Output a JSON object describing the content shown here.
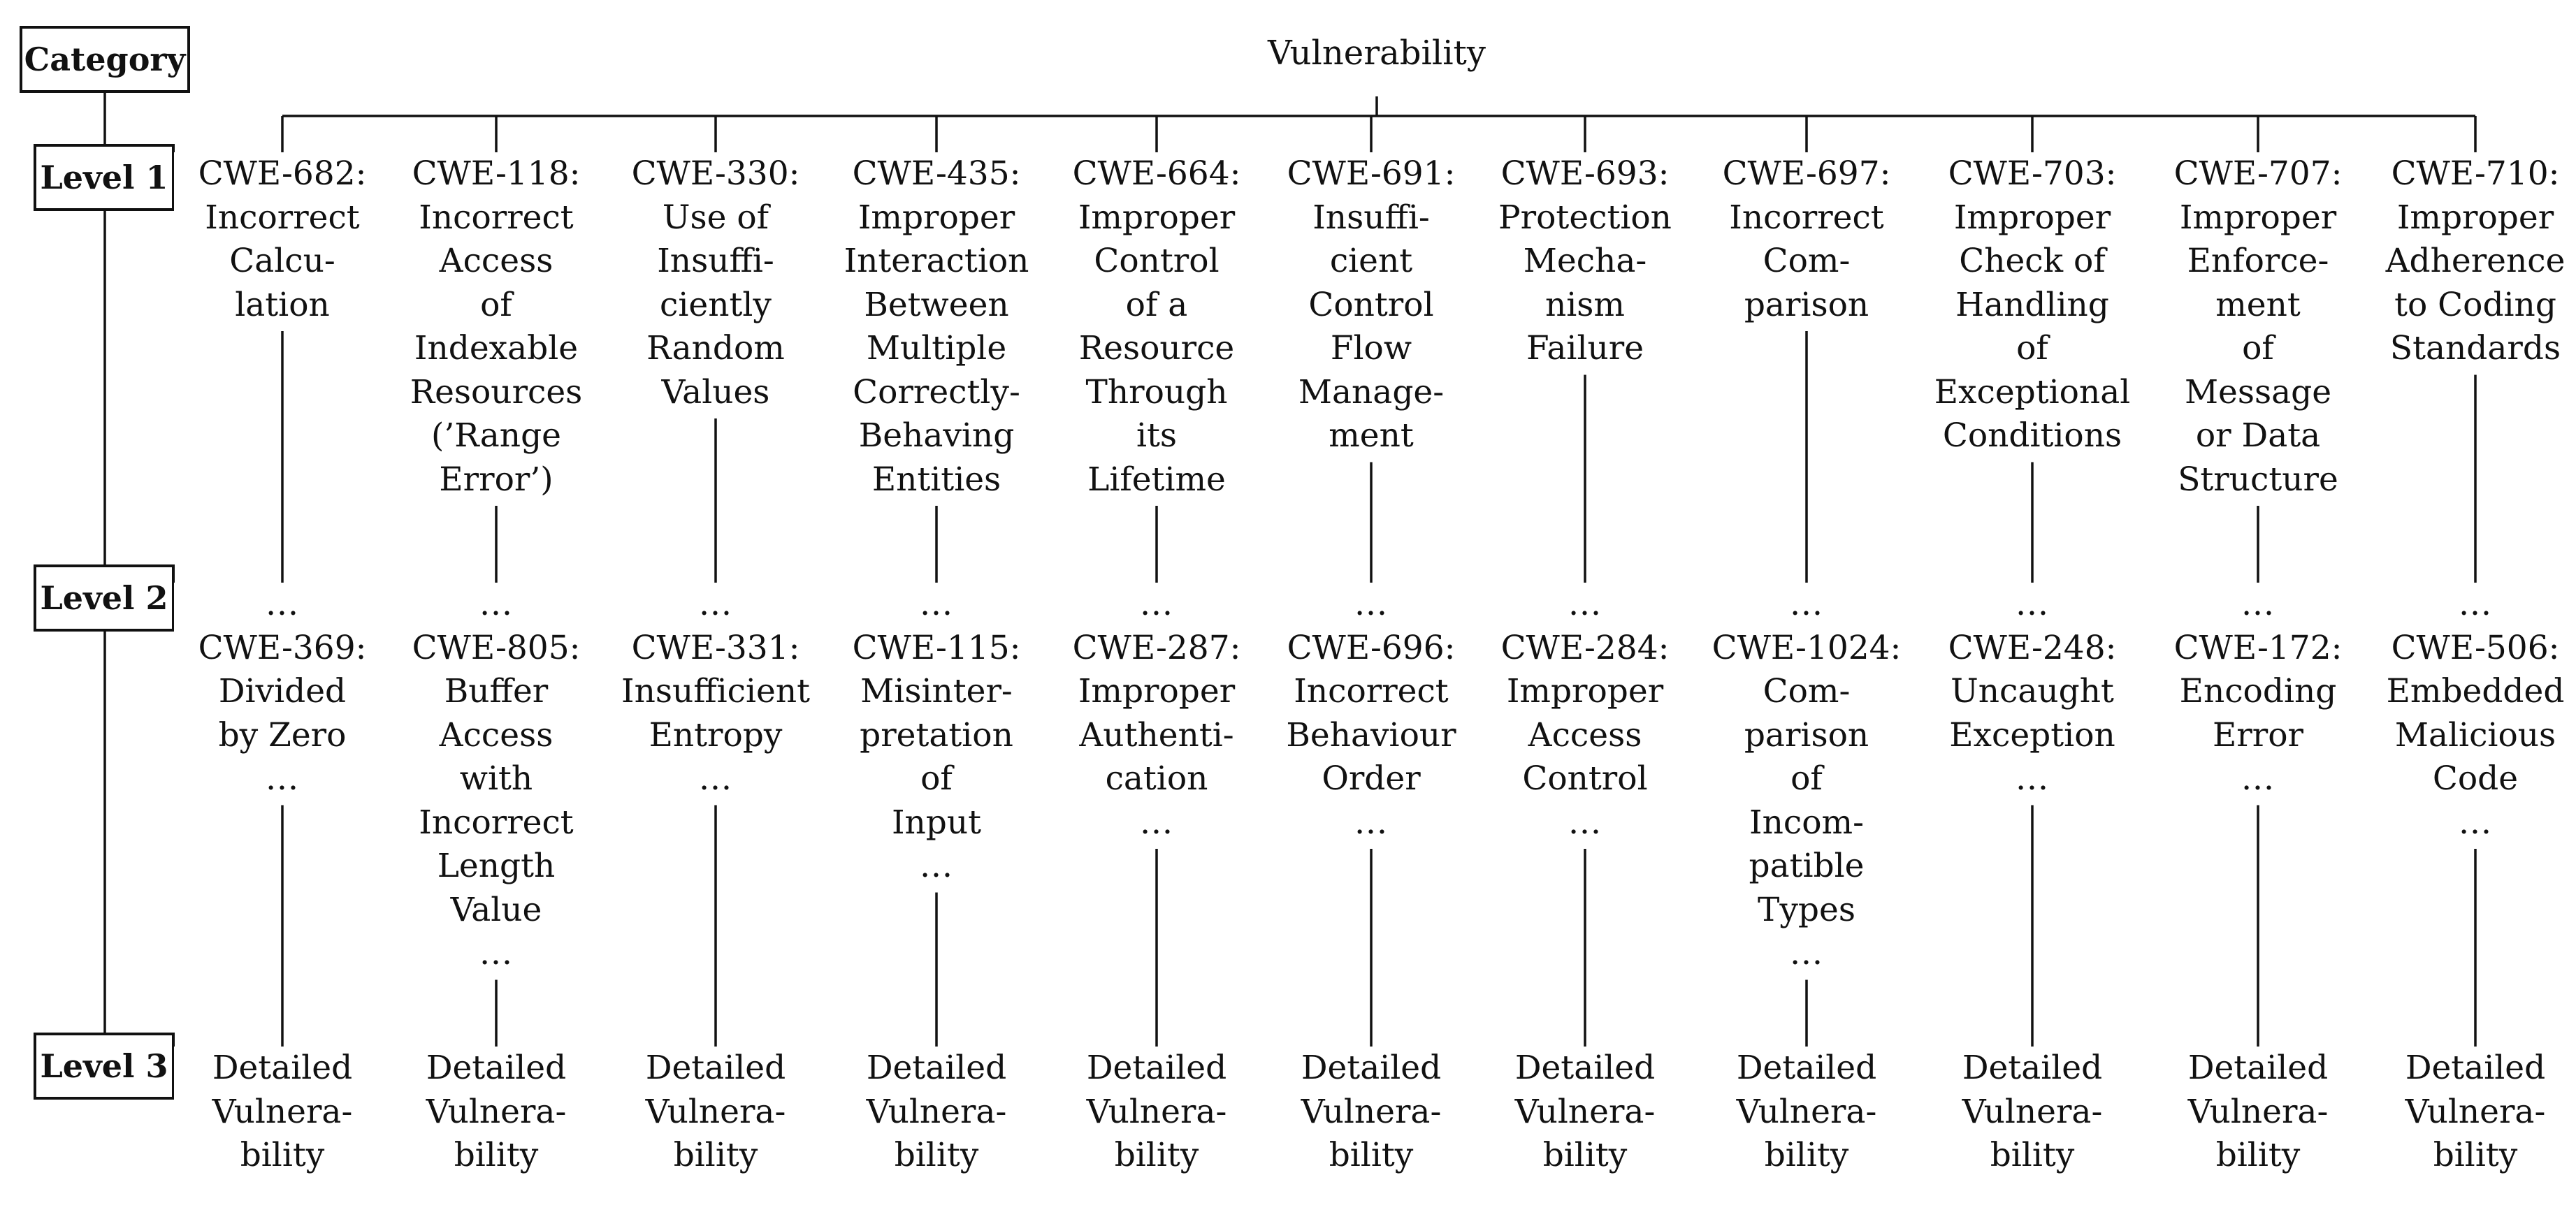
{
  "root": "Vulnerability",
  "category_header": "Category",
  "levels": [
    "Level 1",
    "Level 2",
    "Level 3"
  ],
  "ellipsis": "...",
  "columns": [
    {
      "l1": [
        "CWE-682:",
        "Incorrect",
        "Calcu-",
        "lation"
      ],
      "l2": [
        "CWE-369:",
        "Divided",
        "by Zero"
      ],
      "l3": [
        "Detailed",
        "Vulnera-",
        "bility"
      ]
    },
    {
      "l1": [
        "CWE-118:",
        "Incorrect",
        "Access",
        "of",
        "Indexable",
        "Resources",
        "(’Range",
        "Error’)"
      ],
      "l2": [
        "CWE-805:",
        "Buffer",
        "Access",
        "with",
        "Incorrect",
        "Length",
        "Value"
      ],
      "l3": [
        "Detailed",
        "Vulnera-",
        "bility"
      ]
    },
    {
      "l1": [
        "CWE-330:",
        "Use of",
        "Insuffi-",
        "ciently",
        "Random",
        "Values"
      ],
      "l2": [
        "CWE-331:",
        "Insufficient",
        "Entropy"
      ],
      "l3": [
        "Detailed",
        "Vulnera-",
        "bility"
      ]
    },
    {
      "l1": [
        "CWE-435:",
        "Improper",
        "Interaction",
        "Between",
        "Multiple",
        "Correctly-",
        "Behaving",
        "Entities"
      ],
      "l2": [
        "CWE-115:",
        "Misinter-",
        "pretation",
        "of",
        "Input"
      ],
      "l3": [
        "Detailed",
        "Vulnera-",
        "bility"
      ]
    },
    {
      "l1": [
        "CWE-664:",
        "Improper",
        "Control",
        "of a",
        "Resource",
        "Through",
        "its",
        "Lifetime"
      ],
      "l2": [
        "CWE-287:",
        "Improper",
        "Authenti-",
        "cation"
      ],
      "l3": [
        "Detailed",
        "Vulnera-",
        "bility"
      ]
    },
    {
      "l1": [
        "CWE-691:",
        "Insuffi-",
        "cient",
        "Control",
        "Flow",
        "Manage-",
        "ment"
      ],
      "l2": [
        "CWE-696:",
        "Incorrect",
        "Behaviour",
        "Order"
      ],
      "l3": [
        "Detailed",
        "Vulnera-",
        "bility"
      ]
    },
    {
      "l1": [
        "CWE-693:",
        "Protection",
        "Mecha-",
        "nism",
        "Failure"
      ],
      "l2": [
        "CWE-284:",
        "Improper",
        "Access",
        "Control"
      ],
      "l3": [
        "Detailed",
        "Vulnera-",
        "bility"
      ]
    },
    {
      "l1": [
        "CWE-697:",
        "Incorrect",
        "Com-",
        "parison"
      ],
      "l2": [
        "CWE-1024:",
        "Com-",
        "parison",
        "of",
        "Incom-",
        "patible",
        "Types"
      ],
      "l3": [
        "Detailed",
        "Vulnera-",
        "bility"
      ]
    },
    {
      "l1": [
        "CWE-703:",
        "Improper",
        "Check of",
        "Handling",
        "of",
        "Exceptional",
        "Conditions"
      ],
      "l2": [
        "CWE-248:",
        "Uncaught",
        "Exception"
      ],
      "l3": [
        "Detailed",
        "Vulnera-",
        "bility"
      ]
    },
    {
      "l1": [
        "CWE-707:",
        "Improper",
        "Enforce-",
        "ment",
        "of",
        "Message",
        "or Data",
        "Structure"
      ],
      "l2": [
        "CWE-172:",
        "Encoding",
        "Error"
      ],
      "l3": [
        "Detailed",
        "Vulnera-",
        "bility"
      ]
    },
    {
      "l1": [
        "CWE-710:",
        "Improper",
        "Adherence",
        "to Coding",
        "Standards"
      ],
      "l2": [
        "CWE-506:",
        "Embedded",
        "Malicious",
        "Code"
      ],
      "l3": [
        "Detailed",
        "Vulnera-",
        "bility"
      ]
    }
  ]
}
